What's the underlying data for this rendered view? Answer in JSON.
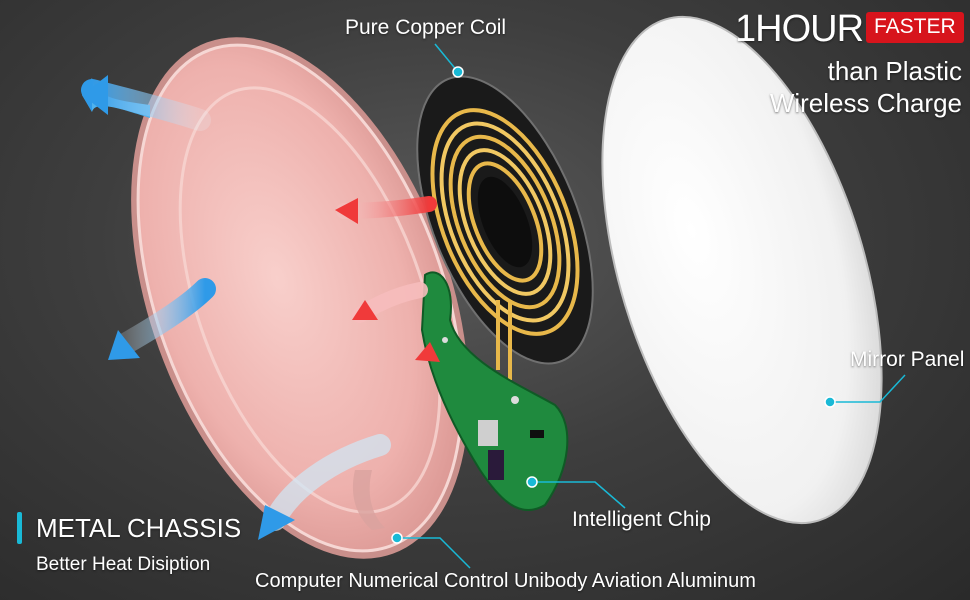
{
  "headline": {
    "big": "1HOUR",
    "badge": "FASTER",
    "line2": "than Plastic",
    "line3": "Wireless Charge"
  },
  "callouts": {
    "coil": "Pure Copper Coil",
    "mirror": "Mirror Panel",
    "chip": "Intelligent Chip",
    "aluminum": "Computer Numerical Control Unibody Aviation Aluminum"
  },
  "chassis": {
    "title": "METAL CHASSIS",
    "subtitle": "Better Heat Disiption"
  },
  "colors": {
    "accent_cyan": "#19b9d6",
    "badge_red": "#d7141c",
    "chassis_pink": "#f2b8b6",
    "coil_gold": "#e8b84a",
    "pcb_green": "#1f8a3e",
    "arrow_blue": "#5ab8ef",
    "arrow_red": "#f04a4a"
  }
}
